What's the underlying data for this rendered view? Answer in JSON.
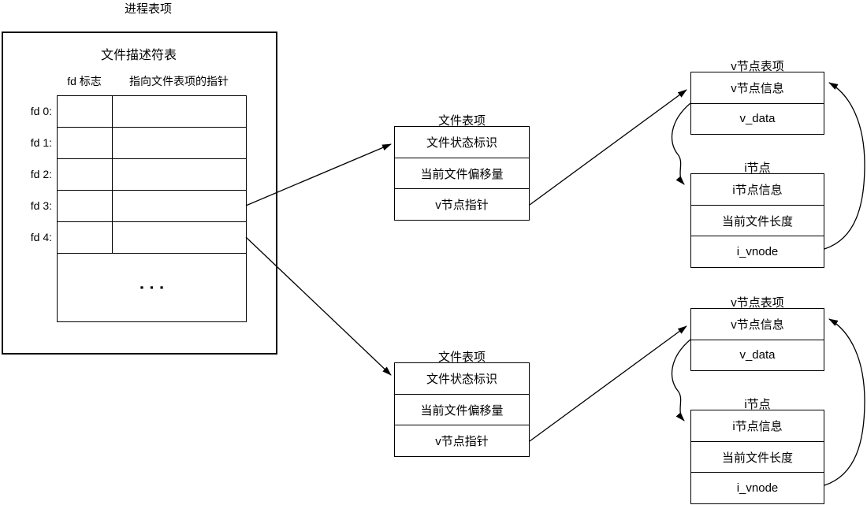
{
  "diagram": {
    "process_title": "进程表项",
    "fd_table": {
      "heading": "文件描述符表",
      "col_flags": "fd 标志",
      "col_pointer": "指向文件表项的指针",
      "row_labels": [
        "fd 0:",
        "fd 1:",
        "fd 2:",
        "fd 3:",
        "fd 4:"
      ],
      "ellipsis": "▪▪▪"
    },
    "file_tables": [
      {
        "title": "文件表项",
        "rows": [
          "文件状态标识",
          "当前文件偏移量",
          "v节点指针"
        ]
      },
      {
        "title": "文件表项",
        "rows": [
          "文件状态标识",
          "当前文件偏移量",
          "v节点指针"
        ]
      }
    ],
    "vnode_tables": [
      {
        "title": "v节点表项",
        "rows": [
          "v节点信息",
          "v_data"
        ]
      },
      {
        "title": "v节点表项",
        "rows": [
          "v节点信息",
          "v_data"
        ]
      }
    ],
    "inode_tables": [
      {
        "title": "i节点",
        "rows": [
          "i节点信息",
          "当前文件长度",
          "i_vnode"
        ]
      },
      {
        "title": "i节点",
        "rows": [
          "i节点信息",
          "当前文件长度",
          "i_vnode"
        ]
      }
    ],
    "colors": {
      "stroke": "#000000",
      "background": "#ffffff"
    }
  }
}
